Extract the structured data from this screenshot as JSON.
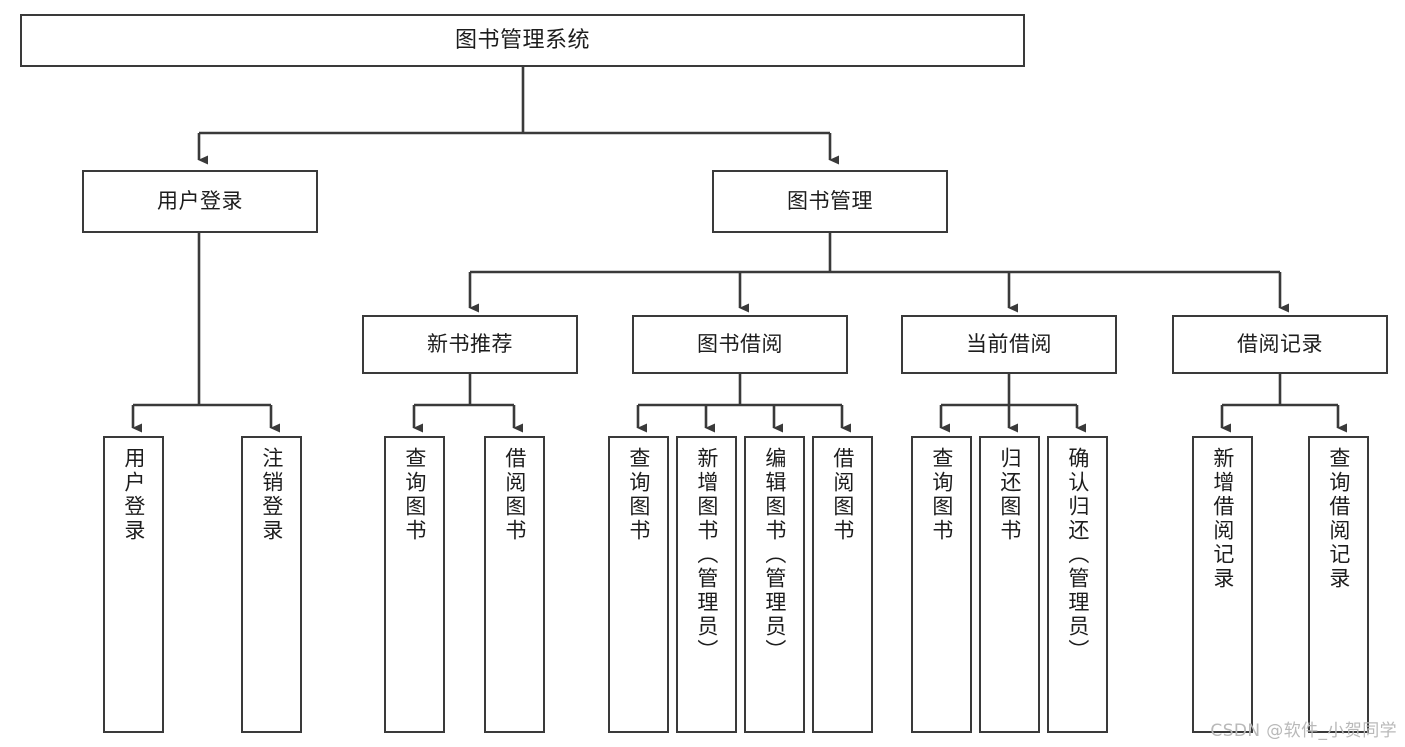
{
  "diagram": {
    "title": "图书管理系统",
    "type": "tree-hierarchy-diagram",
    "colors": {
      "box_border": "#3a3a3a",
      "box_fill": "#ffffff",
      "edge": "#3a3a3a",
      "text": "#1d1d1d",
      "watermark": "#b9b9b9",
      "background": "#ffffff"
    },
    "nodes": {
      "root": {
        "label": "图书管理系统"
      },
      "level2": [
        {
          "label": "用户登录"
        },
        {
          "label": "图书管理"
        }
      ],
      "level3": [
        {
          "label": "新书推荐"
        },
        {
          "label": "图书借阅"
        },
        {
          "label": "当前借阅"
        },
        {
          "label": "借阅记录"
        }
      ],
      "leaves": {
        "user_login": [
          {
            "label": "用户登录"
          },
          {
            "label": "注销登录"
          }
        ],
        "new_book_recommend": [
          {
            "label": "查询图书"
          },
          {
            "label": "借阅图书"
          }
        ],
        "book_borrow": [
          {
            "label": "查询图书"
          },
          {
            "label": "新增图书（管理员）"
          },
          {
            "label": "编辑图书（管理员）"
          },
          {
            "label": "借阅图书"
          }
        ],
        "current_borrow": [
          {
            "label": "查询图书"
          },
          {
            "label": "归还图书"
          },
          {
            "label": "确认归还（管理员）"
          }
        ],
        "borrow_record": [
          {
            "label": "新增借阅记录"
          },
          {
            "label": "查询借阅记录"
          }
        ]
      }
    },
    "watermark": "CSDN @软件_小贺同学"
  }
}
